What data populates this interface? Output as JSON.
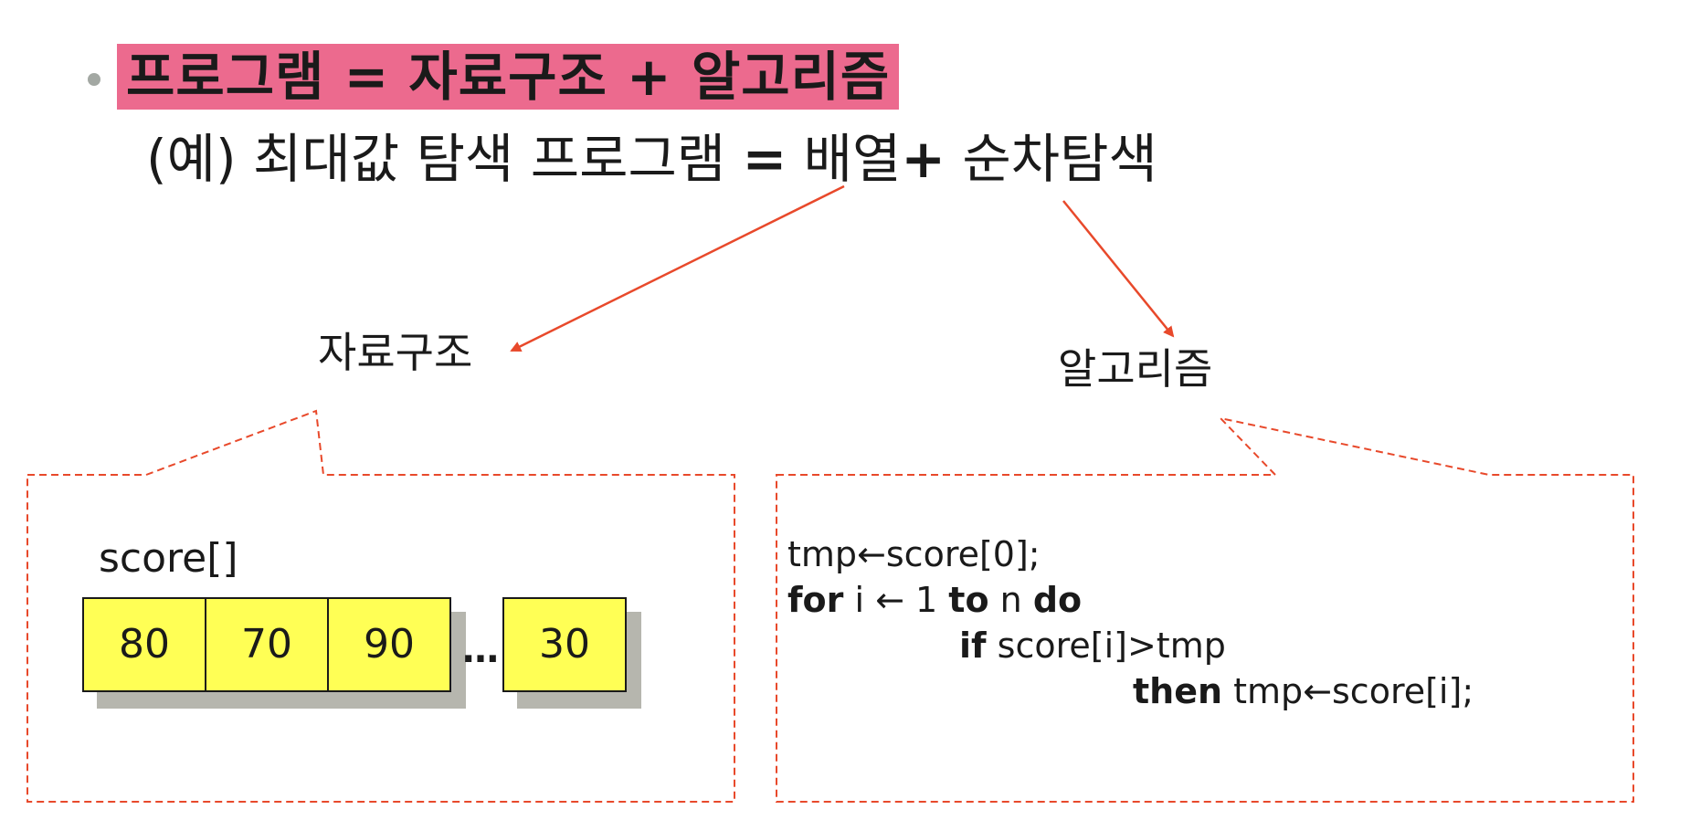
{
  "bullet": {
    "headline": "프로그램 = 자료구조 + 알고리즘",
    "example_prefix": "(예) 최대값 탐색 프로그램 ",
    "example_eq": "=",
    "example_array": " 배열",
    "example_plus": "+",
    "example_search": " 순차탐색"
  },
  "labels": {
    "data_structure": "자료구조",
    "algorithm": "알고리즘"
  },
  "array": {
    "name": "score[]",
    "cells": [
      "80",
      "70",
      "90"
    ],
    "ellipsis": "…",
    "last_cell": "30"
  },
  "code": {
    "line1": "tmp←score[0];",
    "line2_for": "for",
    "line2_mid": " i ← 1 ",
    "line2_to": "to",
    "line2_n": " n ",
    "line2_do": "do",
    "line3_if": "if",
    "line3_rest": "  score[i]>tmp",
    "line4_then": "then",
    "line4_rest": " tmp←score[i];"
  },
  "colors": {
    "highlight": "#ec6a8e",
    "arrow": "#e8492b",
    "callout_border": "#e8492b",
    "cell_fill": "#ffff55",
    "cell_shadow": "#b6b6ae",
    "bullet_dot": "#a3a8a3"
  }
}
